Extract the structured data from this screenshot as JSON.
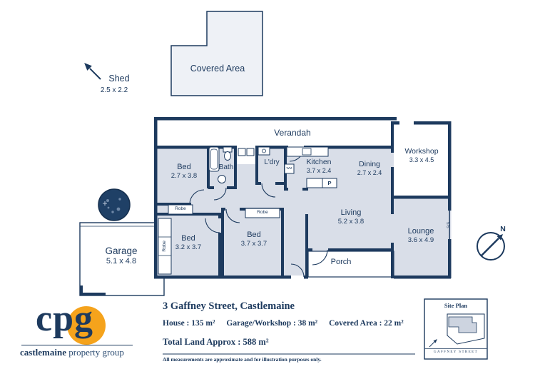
{
  "colors": {
    "navy": "#1d3a5e",
    "room_fill": "#d9dee8",
    "accent_orange": "#f5a31c",
    "light_fill": "#eef1f6"
  },
  "shed": {
    "name": "Shed",
    "dims": "2.5 x 2.2"
  },
  "covered_area": {
    "name": "Covered Area"
  },
  "garage": {
    "name": "Garage",
    "dims": "5.1 x 4.8"
  },
  "floorplan": {
    "verandah": "Verandah",
    "porch": "Porch",
    "rooms": [
      {
        "name": "Bed",
        "dims": "2.7 x 3.8"
      },
      {
        "name": "Bath"
      },
      {
        "name": "L'dry"
      },
      {
        "name": "Kitchen",
        "dims": "3.7 x 2.4"
      },
      {
        "name": "Dining",
        "dims": "2.7 x 2.4"
      },
      {
        "name": "Workshop",
        "dims": "3.3 x 4.5"
      },
      {
        "name": "Living",
        "dims": "5.2 x 3.8"
      },
      {
        "name": "Lounge",
        "dims": "3.6 x 4.9"
      },
      {
        "name": "Bed",
        "dims": "3.2 x 3.7"
      },
      {
        "name": "Bed",
        "dims": "3.7 x 3.7"
      }
    ],
    "fixtures": {
      "robe": "Robe",
      "wm": "WM",
      "pantry": "P",
      "sliding": "S/S"
    }
  },
  "compass": {
    "north": "N"
  },
  "footer": {
    "logo": {
      "text": "cpg",
      "tagline_bold": "castlemaine",
      "tagline_rest": " property group"
    },
    "address": "3 Gaffney Street, Castlemaine",
    "areas": [
      {
        "text": "House : 135 m²"
      },
      {
        "text": "Garage/Workshop : 38 m²"
      },
      {
        "text": "Covered Area : 22 m²"
      }
    ],
    "total": "Total Land Approx : 588 m²",
    "disclaimer": "All measurements are approximate and for illustration purposes only.",
    "siteplan": {
      "title": "Site Plan",
      "street": "GAFFNEY STREET"
    }
  }
}
